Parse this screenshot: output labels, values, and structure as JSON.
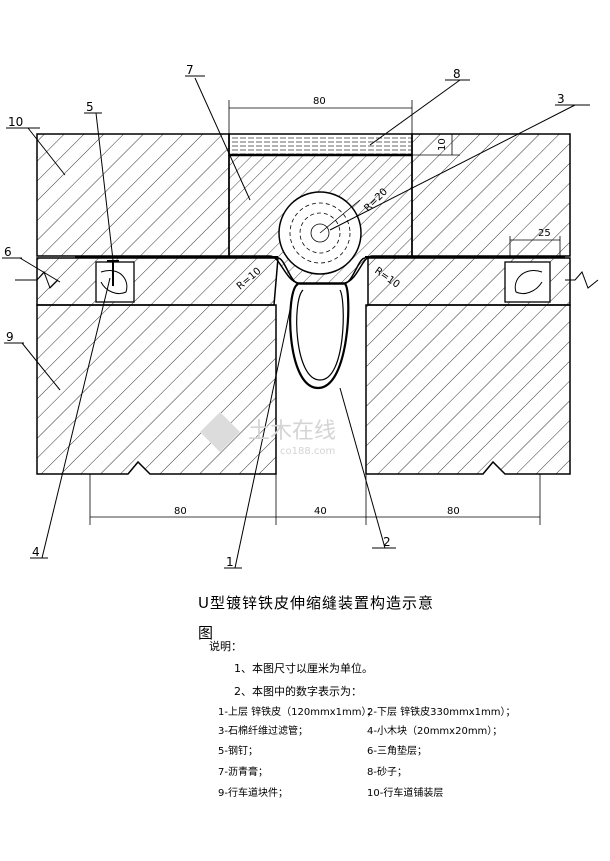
{
  "drawing": {
    "callouts": [
      "1",
      "2",
      "3",
      "4",
      "5",
      "6",
      "7",
      "8",
      "9",
      "10"
    ],
    "dimensions": {
      "top_width": "80",
      "cover_thickness": "10",
      "wood_block": "25",
      "left_span": "80",
      "gap": "40",
      "right_span": "80",
      "radius_tube": "R=20",
      "radius_left": "R=10",
      "radius_right": "R=10"
    },
    "watermark": {
      "main": "土木在线",
      "sub": "co188.com"
    }
  },
  "title": {
    "line1": "U型镀锌铁皮伸缩缝装置构造示意",
    "line2": "图"
  },
  "notes": {
    "label": "说明：",
    "item1": "1、本图尺寸以厘米为单位。",
    "item2": "2、本图中的数字表示为：",
    "legend": [
      {
        "left": "1-上层 锌铁皮（120mmx1mm）；",
        "right": "2-下层 锌铁皮330mmx1mm）；"
      },
      {
        "left": "3-石棉纤维过滤管；",
        "right": "4-小木块（20mmx20mm）；"
      },
      {
        "left": "5-钢钉；",
        "right": "6-三角垫层；"
      },
      {
        "left": "7-沥青膏；",
        "right": "8-砂子；"
      },
      {
        "left": "9-行车道块件；",
        "right": "10-行车道铺装层"
      }
    ]
  }
}
